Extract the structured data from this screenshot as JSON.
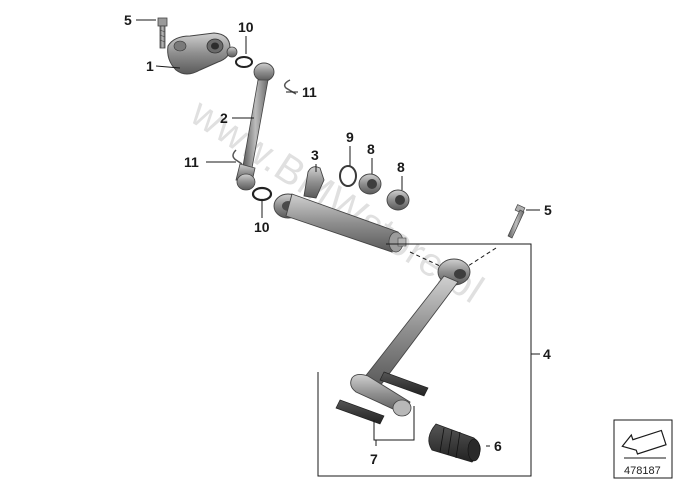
{
  "callouts": {
    "c1": "1",
    "c2": "2",
    "c3": "3",
    "c4": "4",
    "c5a": "5",
    "c5b": "5",
    "c6": "6",
    "c7": "7",
    "c8a": "8",
    "c8b": "8",
    "c9": "9",
    "c10a": "10",
    "c10b": "10",
    "c11a": "11",
    "c11b": "11"
  },
  "watermark": "www.BMWstore.pl",
  "diagram_id": "478187",
  "colors": {
    "part_fill": "#8e8e8e",
    "part_dark": "#5a5a5a",
    "part_light": "#c4c4c4",
    "rubber": "#3a3a3a",
    "line": "#1a1a1a"
  },
  "icons": [
    "direction-arrow-icon"
  ]
}
